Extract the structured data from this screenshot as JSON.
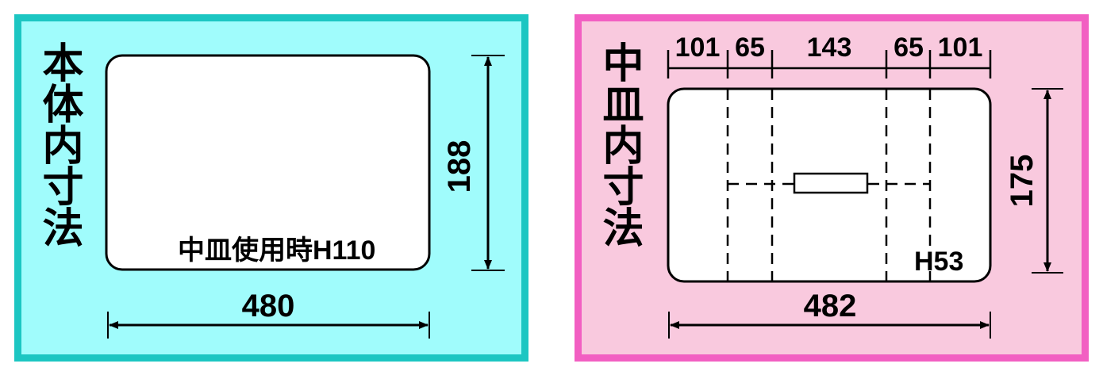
{
  "body_panel": {
    "heading": "本体内寸法",
    "width_label": "480",
    "height_label": "188",
    "note": "中皿使用時H110",
    "colors": {
      "fill": "#a0fcfc",
      "border": "#1cc6c2"
    }
  },
  "tray_panel": {
    "heading": "中皿内寸法",
    "segment_labels": [
      "101",
      "65",
      "143",
      "65",
      "101"
    ],
    "width_label": "482",
    "height_label": "175",
    "note": "H53",
    "colors": {
      "fill": "#f9c9de",
      "border": "#f25fc2"
    }
  }
}
